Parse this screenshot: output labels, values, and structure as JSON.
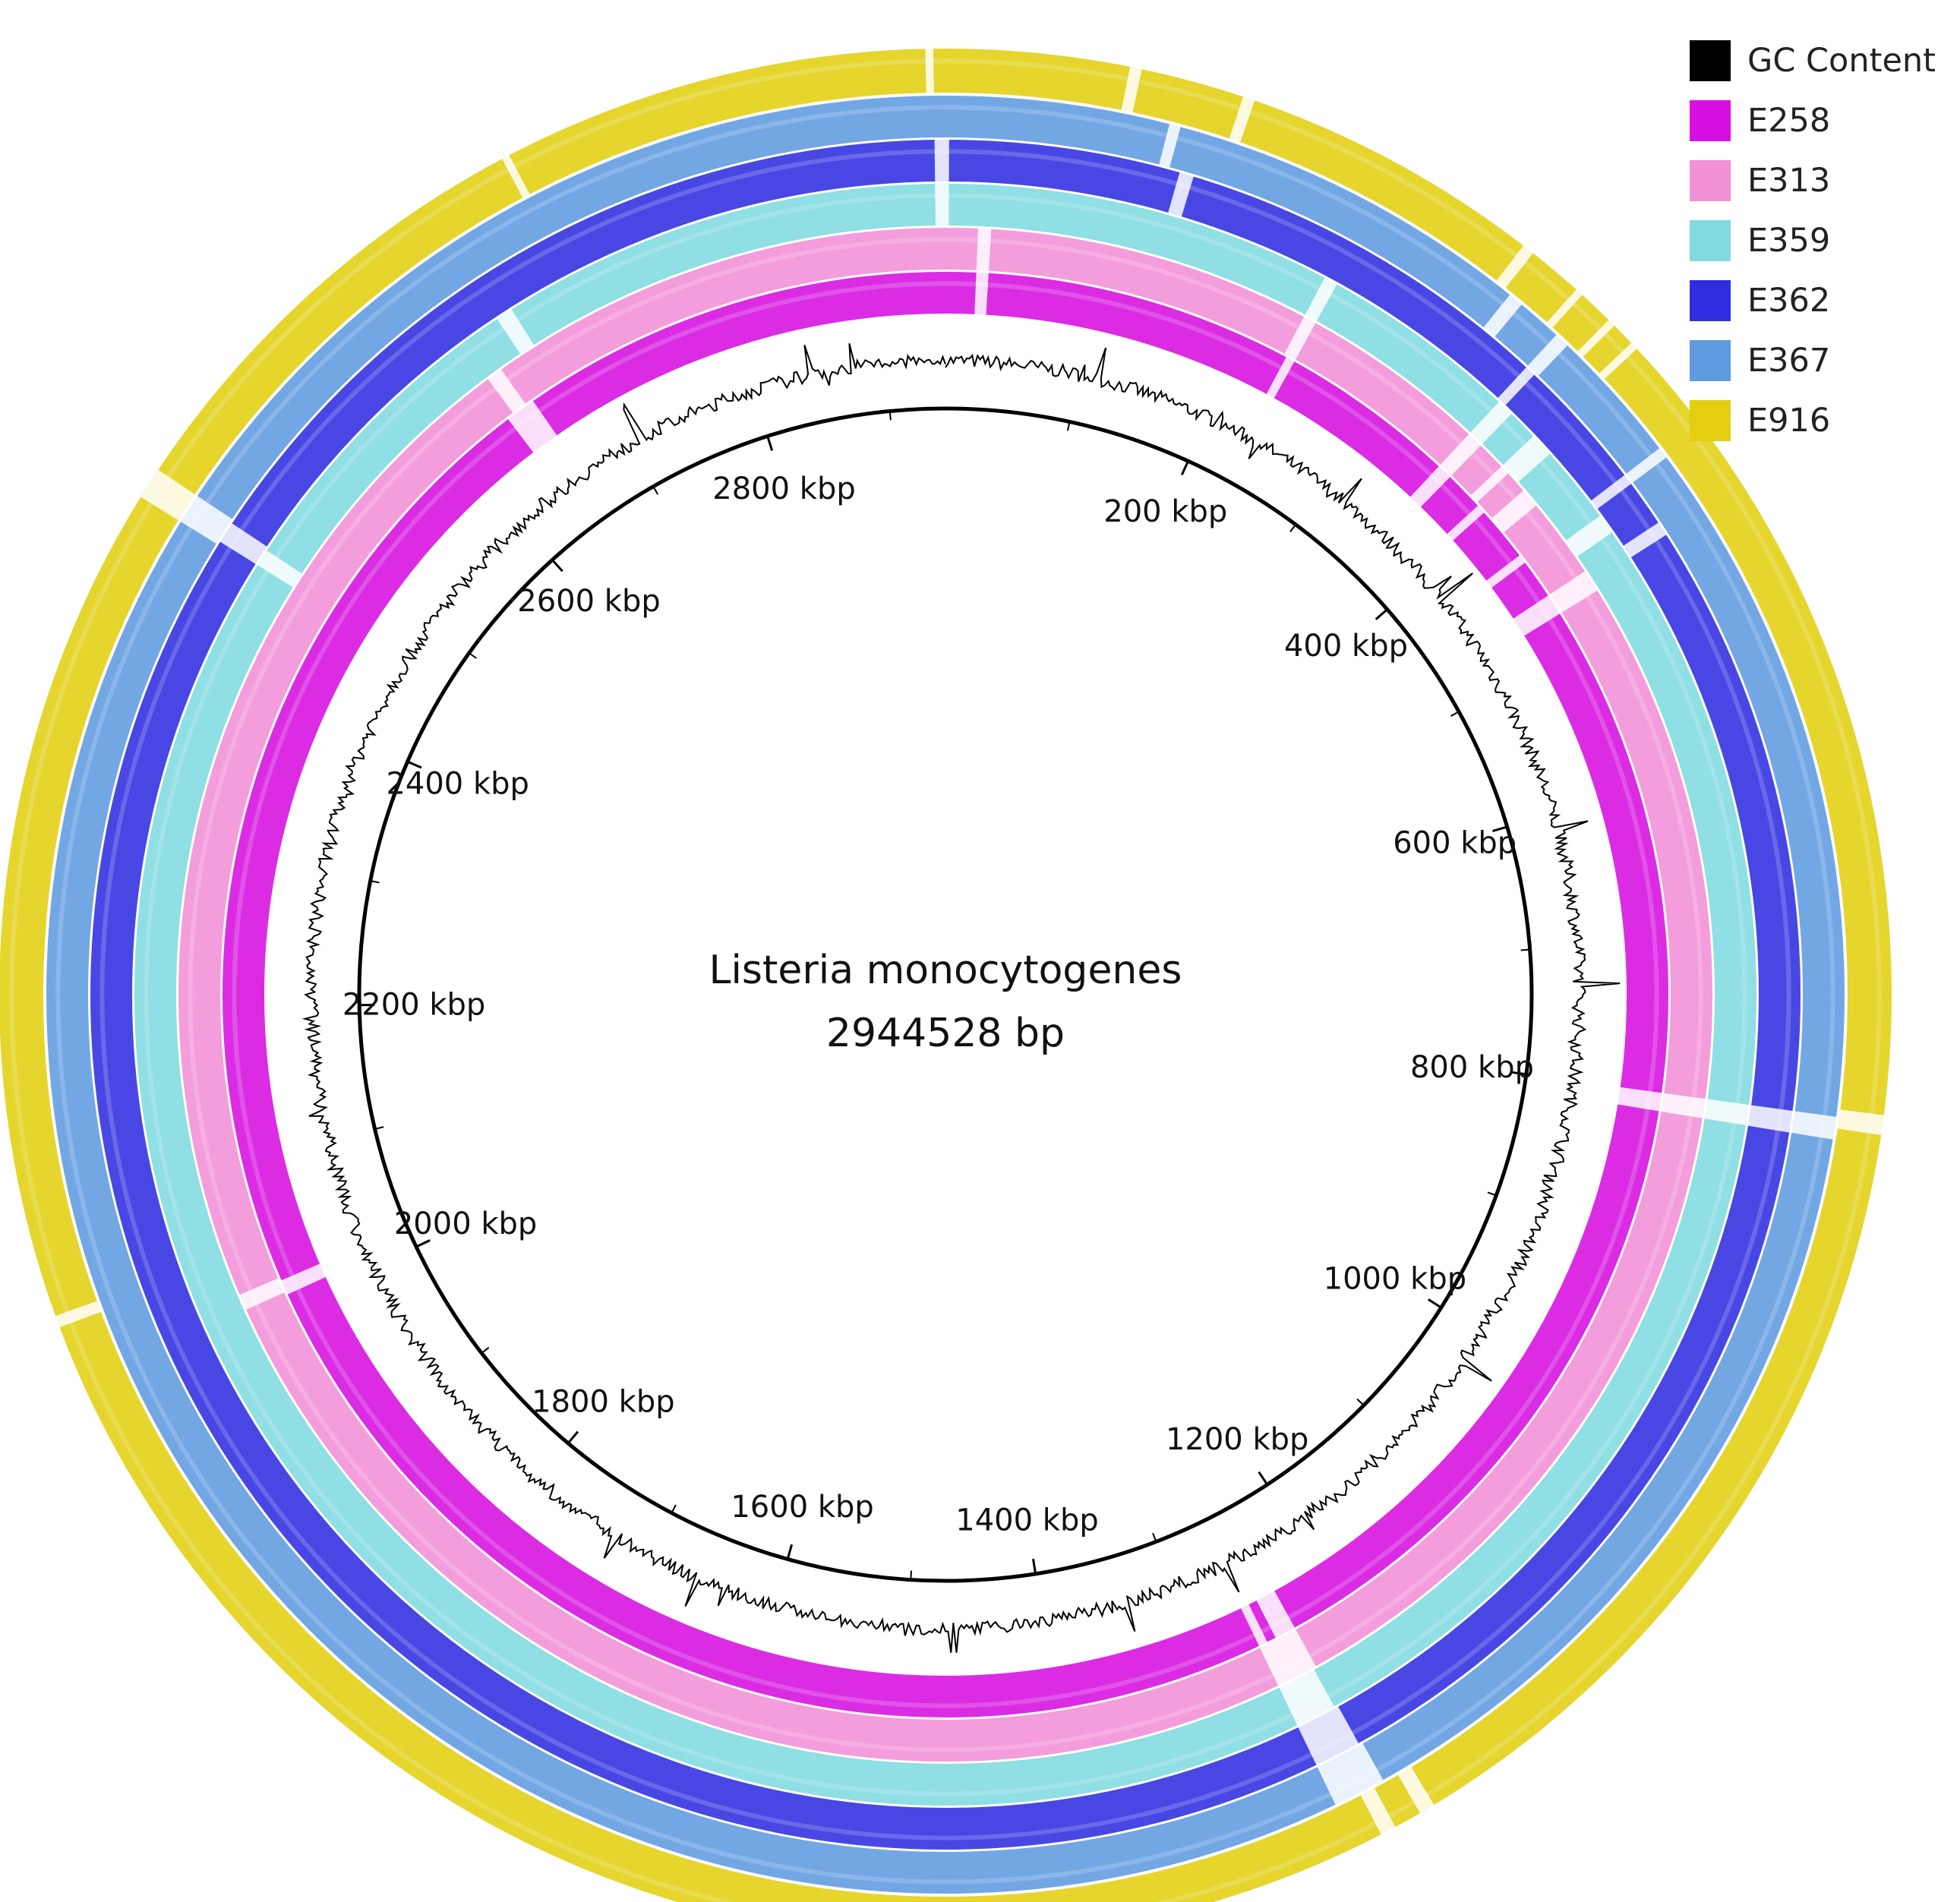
{
  "title": {
    "organism": "Listeria monocytogenes",
    "length": "2944528 bp"
  },
  "genome_length_bp": 2944528,
  "tick_labels": [
    "200 kbp",
    "400 kbp",
    "600 kbp",
    "800 kbp",
    "1000 kbp",
    "1200 kbp",
    "1400 kbp",
    "1600 kbp",
    "1800 kbp",
    "2000 kbp",
    "2200 kbp",
    "2400 kbp",
    "2600 kbp",
    "2800 kbp"
  ],
  "tick_positions_kbp": [
    200,
    400,
    600,
    800,
    1000,
    1200,
    1400,
    1600,
    1800,
    2000,
    2200,
    2400,
    2600,
    2800
  ],
  "legend": [
    {
      "label": "GC Content",
      "color": "#000000"
    },
    {
      "label": "E258",
      "color": "#d60fe0"
    },
    {
      "label": "E313",
      "color": "#f290d8"
    },
    {
      "label": "E359",
      "color": "#7fdbe0"
    },
    {
      "label": "E362",
      "color": "#2f2de0"
    },
    {
      "label": "E367",
      "color": "#5e9be0"
    },
    {
      "label": "E916",
      "color": "#e3cf10"
    }
  ],
  "rings": [
    {
      "name": "E258",
      "color": "#d60fe0",
      "gaps_kbp": [
        [
          20,
          28
        ],
        [
          230,
          236
        ],
        [
          352,
          362
        ],
        [
          388,
          394
        ],
        [
          430,
          436
        ],
        [
          462,
          476
        ],
        [
          800,
          812
        ],
        [
          1236,
          1250
        ],
        [
          1256,
          1262
        ],
        [
          2008,
          2018
        ],
        [
          2640,
          2660
        ]
      ]
    },
    {
      "name": "E313",
      "color": "#f290d8",
      "gaps_kbp": [
        [
          20,
          28
        ],
        [
          228,
          236
        ],
        [
          352,
          362
        ],
        [
          380,
          386
        ],
        [
          400,
          412
        ],
        [
          462,
          476
        ],
        [
          800,
          812
        ],
        [
          1236,
          1262
        ],
        [
          2010,
          2020
        ],
        [
          2645,
          2655
        ]
      ]
    },
    {
      "name": "E359",
      "color": "#7fdbe0",
      "gaps_kbp": [
        [
          -6,
          2
        ],
        [
          228,
          236
        ],
        [
          352,
          362
        ],
        [
          380,
          394
        ],
        [
          440,
          452
        ],
        [
          800,
          812
        ],
        [
          1238,
          1262
        ],
        [
          2470,
          2480
        ],
        [
          2670,
          2680
        ]
      ]
    },
    {
      "name": "E362",
      "color": "#2f2de0",
      "gaps_kbp": [
        [
          -6,
          2
        ],
        [
          130,
          138
        ],
        [
          350,
          356
        ],
        [
          430,
          436
        ],
        [
          462,
          470
        ],
        [
          800,
          812
        ],
        [
          1236,
          1262
        ],
        [
          2470,
          2482
        ]
      ]
    },
    {
      "name": "E367",
      "color": "#5e9be0",
      "gaps_kbp": [
        [
          118,
          124
        ],
        [
          318,
          326
        ],
        [
          350,
          358
        ],
        [
          430,
          436
        ],
        [
          800,
          812
        ],
        [
          1234,
          1262
        ],
        [
          2468,
          2484
        ]
      ]
    },
    {
      "name": "E916",
      "color": "#e3cf10",
      "gaps_kbp": [
        [
          -10,
          -6
        ],
        [
          92,
          98
        ],
        [
          150,
          156
        ],
        [
          308,
          314
        ],
        [
          342,
          346
        ],
        [
          364,
          368
        ],
        [
          380,
          384
        ],
        [
          796,
          806
        ],
        [
          1218,
          1226
        ],
        [
          1240,
          1248
        ],
        [
          2040,
          2046
        ],
        [
          2468,
          2484
        ],
        [
          2716,
          2720
        ]
      ]
    }
  ]
}
